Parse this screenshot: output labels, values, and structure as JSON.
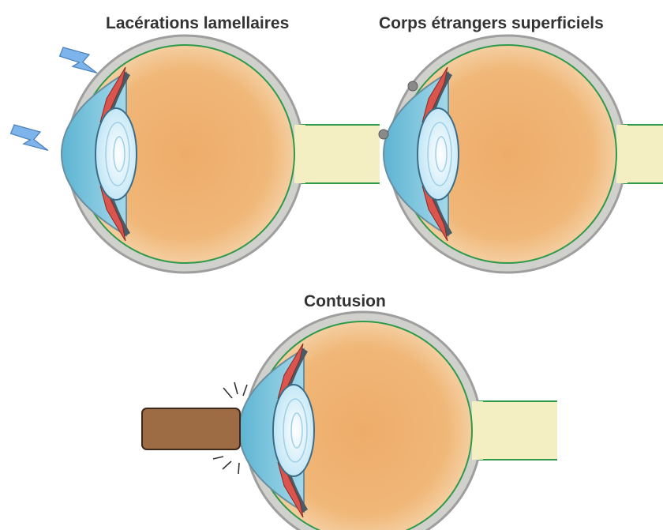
{
  "titles": {
    "lamellar": "Lacérations lamellaires",
    "foreign_bodies": "Corps étrangers superficiels",
    "contusion": "Contusion"
  },
  "colors": {
    "sclera_outline": "#9e9e9e",
    "sclera_fill": "#d0d0cc",
    "retina_line": "#2e9a4a",
    "vitreous_center": "#eeac6a",
    "vitreous_edge": "#f3d2aa",
    "optic_nerve": "#f4efc2",
    "cornea_fill": "#7fc6de",
    "lens_fill": "#e7f7ff",
    "iris_red": "#d9554d",
    "lightning_blue": "#7eb4ec",
    "particle_gray": "#8a8a8a",
    "contusion_block": "#9d6b44",
    "title_text": "#333333"
  },
  "icons": [
    "lightning-bolt-icon",
    "particle-icon",
    "impact-lines-icon"
  ]
}
